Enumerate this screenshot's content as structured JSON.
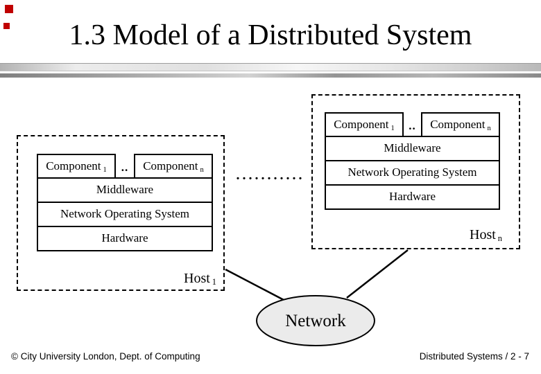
{
  "slide": {
    "title": "1.3 Model of a Distributed System",
    "footer": {
      "left": "© City University London, Dept. of Computing",
      "right": "Distributed Systems / 2 - 7"
    }
  },
  "diagram": {
    "hosts": [
      {
        "id": "host-1",
        "components": {
          "first_label": "Component",
          "first_sub": "1",
          "dots": "..",
          "last_label": "Component",
          "last_sub": "n"
        },
        "layers": [
          "Middleware",
          "Network Operating System",
          "Hardware"
        ],
        "host_label": "Host",
        "host_sub": "1"
      },
      {
        "id": "host-n",
        "components": {
          "first_label": "Component",
          "first_sub": "1",
          "dots": "..",
          "last_label": "Component",
          "last_sub": "n"
        },
        "layers": [
          "Middleware",
          "Network Operating System",
          "Hardware"
        ],
        "host_label": "Host",
        "host_sub": "n"
      }
    ],
    "hosts_separator_dots": "...........",
    "network_label": "Network"
  },
  "colors": {
    "accent_red": "#c00000",
    "ellipse_fill": "#ebebeb",
    "line": "#000000"
  }
}
